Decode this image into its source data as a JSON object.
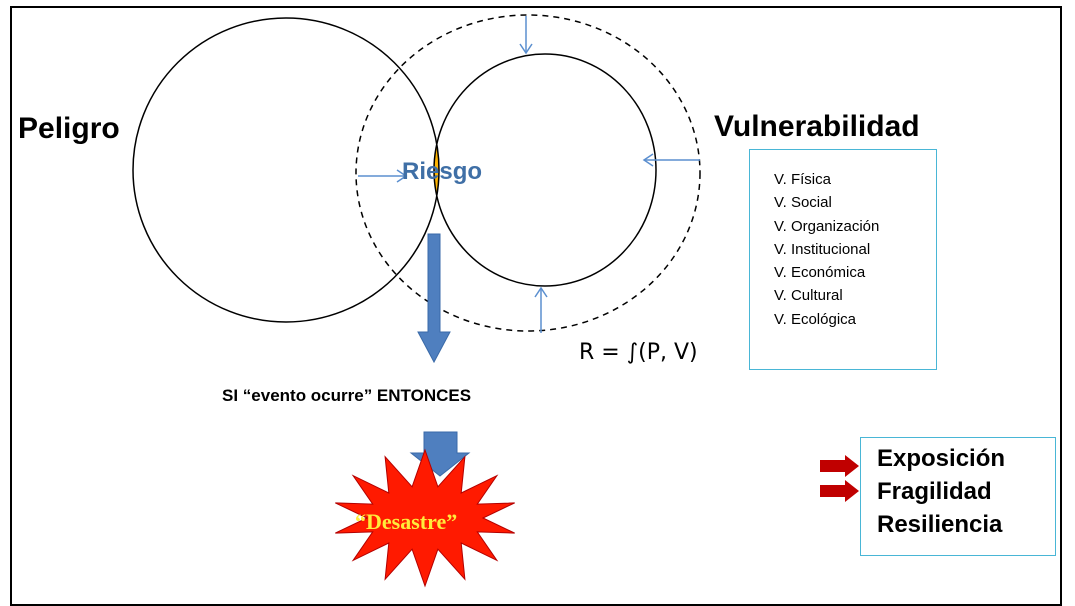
{
  "labels": {
    "peligro": "Peligro",
    "vulnerabilidad": "Vulnerabilidad",
    "riesgo": "Riesgo",
    "formula": "R = ∫(P, V)",
    "condition": "SI “evento ocurre” ENTONCES",
    "desastre": "“Desastre”"
  },
  "vulnerability_types": [
    "V. Física",
    "V. Social",
    "V. Organización",
    "V. Institucional",
    "V. Económica",
    "V. Cultural",
    "V. Ecológica"
  ],
  "factors": [
    "Exposición",
    "Fragilidad",
    "Resiliencia"
  ],
  "colors": {
    "riesgo_fill": "#ffb400",
    "arrow_blue": "#4f7fbf",
    "riesgo_text": "#3f6fa6",
    "box_border": "#49b6d6",
    "thin_arrow": "#5b8fcf",
    "starburst_fill": "#ff1a00",
    "desastre_text": "#ffeb3b",
    "factor_arrow": "#c00000"
  }
}
